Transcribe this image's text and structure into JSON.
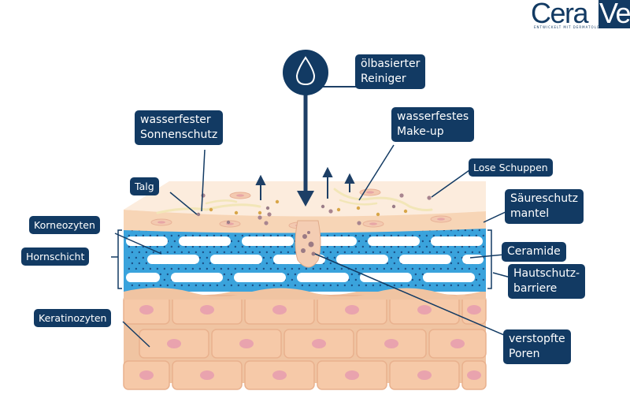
{
  "logo": {
    "text_main": "Cera",
    "text_box": "Ve",
    "tagline": "ENTWICKELT MIT DERMATOLOGEN",
    "colors": {
      "brand": "#123a63"
    }
  },
  "icons": {
    "drop": "water-drop-icon"
  },
  "labels": {
    "oil_cleanser": "ölbasierter\nReiniger",
    "waterproof_sunscreen": "wasserfester\nSonnenschutz",
    "waterproof_makeup": "wasserfestes\nMake-up",
    "loose_flakes": "Lose Schuppen",
    "sebum": "Talg",
    "acid_mantle": "Säureschutz\nmantel",
    "corneocytes": "Korneozyten",
    "stratum_corneum": "Hornschicht",
    "ceramide": "Ceramide",
    "skin_barrier": "Hautschutz-\nbarriere",
    "keratinocytes": "Keratinozyten",
    "clogged_pores": "verstopfte\nPoren"
  },
  "colors": {
    "label_bg": "#123a63",
    "arrow": "#1d3f66",
    "surface": "#f9dfc4",
    "surface_top": "#fbeadb",
    "lipid_blue": "#3aa3dc",
    "cell": "#f6c9a8",
    "cell_edge": "#e9b18e",
    "nucleus": "#e9a3ae"
  }
}
